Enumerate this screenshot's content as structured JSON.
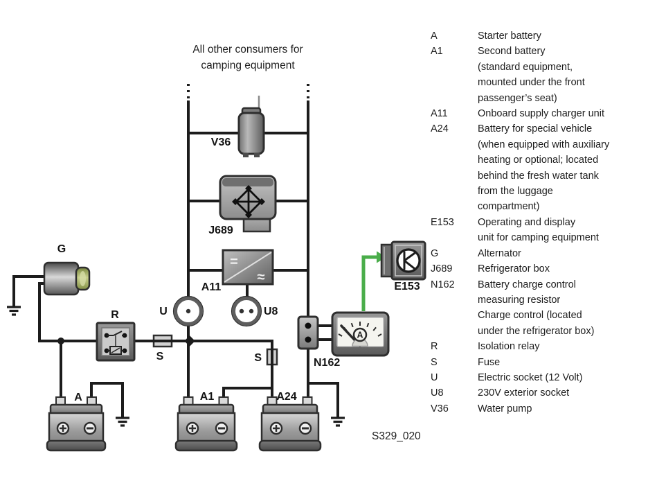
{
  "caption": {
    "line1": "All other consumers for",
    "line2": "camping equipment"
  },
  "figure_code": "S329_020",
  "diagram": {
    "labels": {
      "v36": "V36",
      "j689": "J689",
      "a11": "A11",
      "a11_dc": "=",
      "a11_ac": "≈",
      "u": "U",
      "u8": "U8",
      "s_left": "S",
      "s_right": "S",
      "r": "R",
      "g": "G",
      "a": "A",
      "a1": "A1",
      "a24": "A24",
      "n162": "N162",
      "e153": "E153",
      "ammeter_letter": "A"
    },
    "colors": {
      "wire": "#1c1c1c",
      "accent_green": "#4aad4a",
      "alternator_green": "#9aa656"
    }
  },
  "legend": {
    "entries": [
      {
        "code": "A",
        "lines": [
          "Starter battery"
        ]
      },
      {
        "code": "A1",
        "lines": [
          "Second battery",
          "(standard equipment,",
          "mounted under the front",
          "passenger’s seat)"
        ]
      },
      {
        "code": "A11",
        "lines": [
          "Onboard supply charger unit"
        ]
      },
      {
        "code": "A24",
        "lines": [
          "Battery for special vehicle",
          "(when equipped with auxiliary",
          "heating or optional; located",
          "behind the fresh water tank",
          "from the luggage",
          "compartment)"
        ]
      },
      {
        "code": "E153",
        "lines": [
          "Operating and display",
          "unit for camping equipment"
        ]
      },
      {
        "code": "G",
        "lines": [
          "Alternator"
        ]
      },
      {
        "code": "J689",
        "lines": [
          "Refrigerator box"
        ]
      },
      {
        "code": "N162",
        "lines": [
          "Battery charge control",
          "measuring resistor",
          "Charge control (located",
          "under the refrigerator box)"
        ]
      },
      {
        "code": "R",
        "lines": [
          "Isolation relay"
        ]
      },
      {
        "code": "S",
        "lines": [
          "Fuse"
        ]
      },
      {
        "code": "U",
        "lines": [
          "Electric socket (12 Volt)"
        ]
      },
      {
        "code": "U8",
        "lines": [
          "230V exterior socket"
        ]
      },
      {
        "code": "V36",
        "lines": [
          "Water pump"
        ]
      }
    ]
  }
}
